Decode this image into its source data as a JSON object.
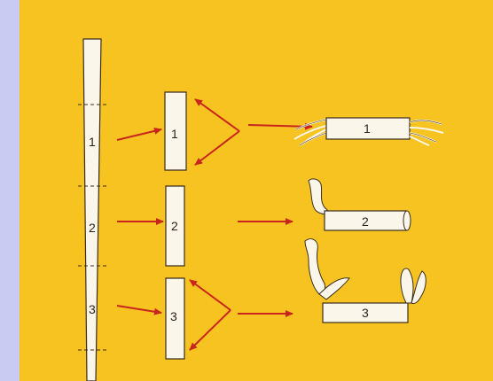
{
  "colors": {
    "background_panel": "#c9cbf2",
    "plate": "#f6c321",
    "strip": "#fbf6ea",
    "outline": "#3a2d20",
    "arrow": "#c8251c"
  },
  "labels": {
    "strip_section_1": "1",
    "strip_section_2": "2",
    "strip_section_3": "3",
    "piece_1": "1",
    "piece_2": "2",
    "piece_3": "3",
    "result_1": "1",
    "result_2": "2",
    "result_3": "3"
  }
}
